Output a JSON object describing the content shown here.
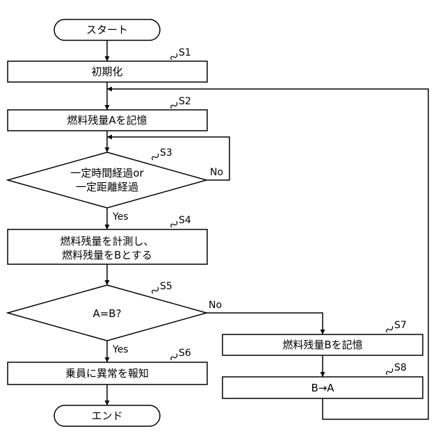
{
  "nodes": {
    "start": "スタート",
    "s1": "初期化",
    "s2": "燃料残量Aを記憶",
    "s3_line1": "一定時間経過or",
    "s3_line2": "一定距離経過",
    "s4_line1": "燃料残量を計測し、",
    "s4_line2": "燃料残量をBとする",
    "s5": "A=B?",
    "s6": "乗員に異常を報知",
    "s7": "燃料残量Bを記憶",
    "s8": "B→A",
    "end": "エンド"
  },
  "step_labels": {
    "s1": "S1",
    "s2": "S2",
    "s3": "S3",
    "s4": "S4",
    "s5": "S5",
    "s6": "S6",
    "s7": "S7",
    "s8": "S8"
  },
  "edge_labels": {
    "s3_yes": "Yes",
    "s3_no": "No",
    "s5_yes": "Yes",
    "s5_no": "No"
  }
}
